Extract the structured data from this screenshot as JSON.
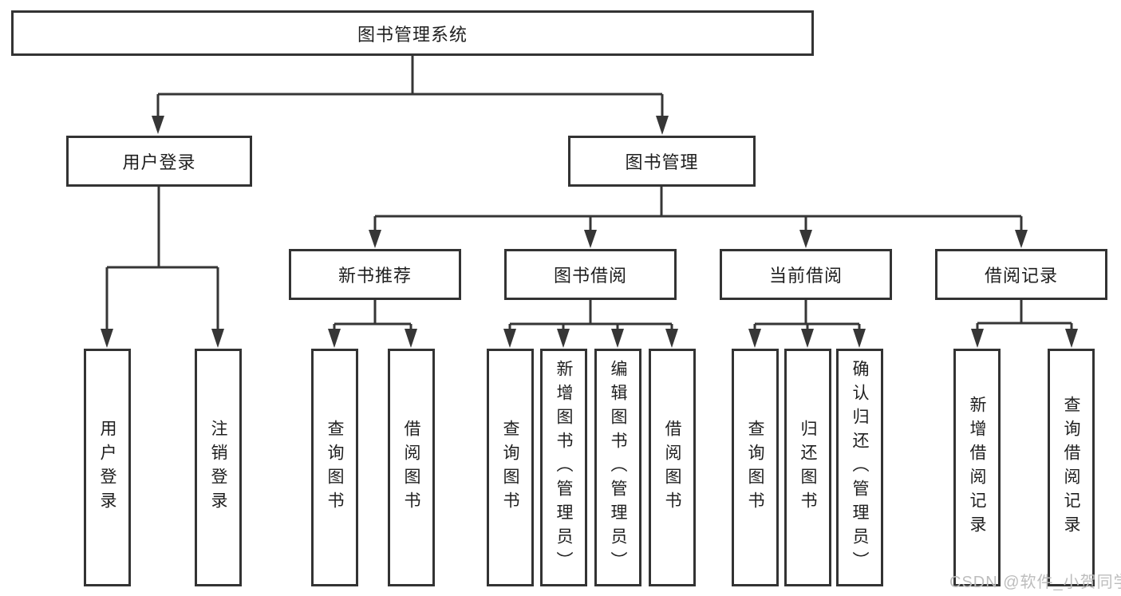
{
  "tree": {
    "label": "图书管理系统",
    "children": [
      {
        "label": "用户登录",
        "children": [
          {
            "label": "用户登录"
          },
          {
            "label": "注销登录"
          }
        ]
      },
      {
        "label": "图书管理",
        "children": [
          {
            "label": "新书推荐",
            "children": [
              {
                "label": "查询图书"
              },
              {
                "label": "借阅图书"
              }
            ]
          },
          {
            "label": "图书借阅",
            "children": [
              {
                "label": "查询图书"
              },
              {
                "label": "新增图书（管理员）"
              },
              {
                "label": "编辑图书（管理员）"
              },
              {
                "label": "借阅图书"
              }
            ]
          },
          {
            "label": "当前借阅",
            "children": [
              {
                "label": "查询图书"
              },
              {
                "label": "归还图书"
              },
              {
                "label": "确认归还（管理员）"
              }
            ]
          },
          {
            "label": "借阅记录",
            "children": [
              {
                "label": "新增借阅记录"
              },
              {
                "label": "查询借阅记录"
              }
            ]
          }
        ]
      }
    ]
  },
  "watermark": "CSDN @软件_小贺同学",
  "colors": {
    "line": "#363636",
    "box_border": "#333333",
    "text": "#1f1f1f",
    "watermark": "#bdbdbd",
    "background": "#ffffff"
  }
}
